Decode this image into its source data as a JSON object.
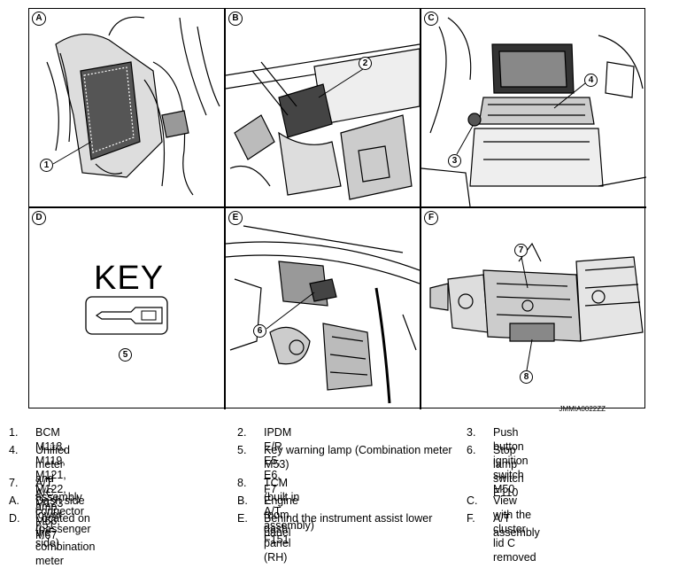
{
  "panels": [
    {
      "letter": "A",
      "callouts": [
        "1"
      ]
    },
    {
      "letter": "B",
      "callouts": [
        "2"
      ]
    },
    {
      "letter": "C",
      "callouts": [
        "3",
        "4"
      ]
    },
    {
      "letter": "D",
      "callouts": [
        "5"
      ],
      "key_text": "KEY"
    },
    {
      "letter": "E",
      "callouts": [
        "6"
      ]
    },
    {
      "letter": "F",
      "callouts": [
        "7",
        "8"
      ]
    }
  ],
  "figure_code": "JMMIA0022ZZ",
  "legend": [
    {
      "num": "1.",
      "text": "BCM M118, M119, M121, M122, M123"
    },
    {
      "num": "2.",
      "text": "IPDM E/R E5, E6, F7"
    },
    {
      "num": "3.",
      "text": "Push button ignition switch M50"
    },
    {
      "num": "4.",
      "text": "Unified meter and A/C amp. M66, M67"
    },
    {
      "num": "5.",
      "text": "Key warning lamp (Combination meter M53)"
    },
    {
      "num": "6.",
      "text": "Stop lamp switch E110"
    },
    {
      "num": "7.",
      "text": "A/T assembly connector F51"
    },
    {
      "num": "8.",
      "text": "TCM (built in A/T assembly) F151"
    },
    {
      "num": "C.",
      "text": "View with the cluster lid C removed"
    },
    {
      "num": "A.",
      "text": "Dash side lower (passenger side)"
    },
    {
      "num": "B.",
      "text": "Engine room dash panel (RH)"
    },
    {
      "num": "D.",
      "text": "Located on the combination meter"
    },
    {
      "num": "E.",
      "text": "Behind the instrument assist lower panel"
    },
    {
      "num": "F.",
      "text": "A/T assembly"
    }
  ]
}
